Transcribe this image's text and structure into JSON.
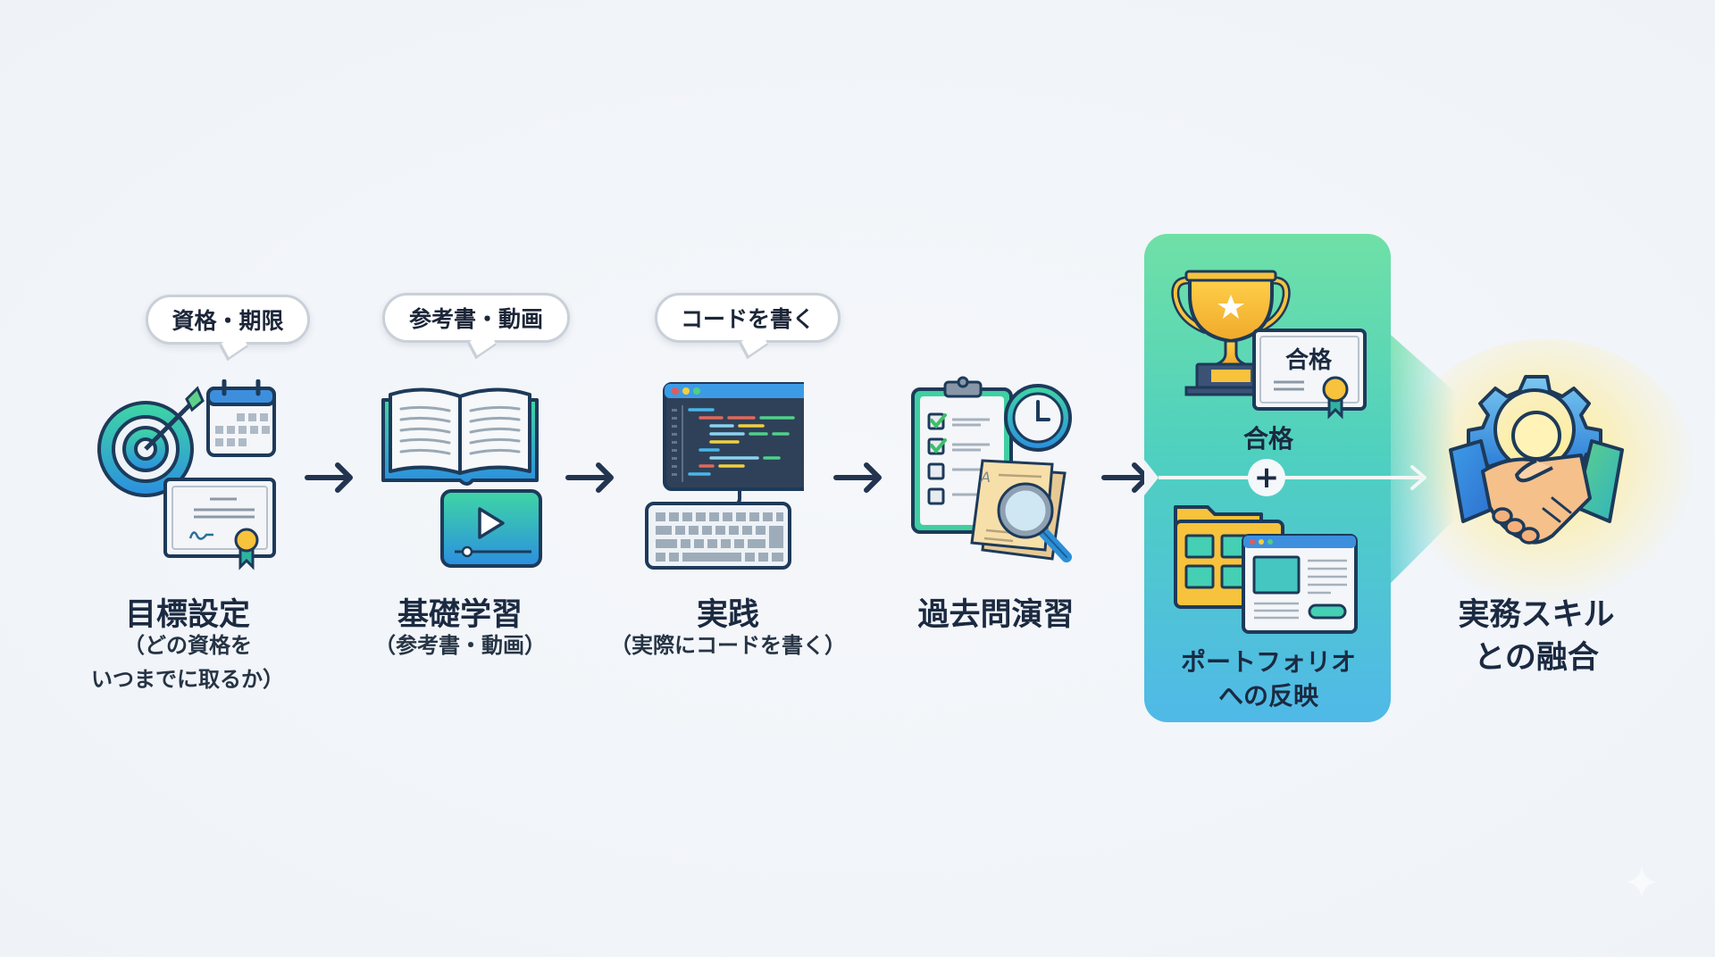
{
  "steps": [
    {
      "id": "goal-setting",
      "bubble": "資格・期限",
      "title": "目標設定",
      "subtitle_lines": [
        "（どの資格を",
        "いつまでに取るか）"
      ],
      "icon": "target-calendar-certificate-icon"
    },
    {
      "id": "basic-study",
      "bubble": "参考書・動画",
      "title": "基礎学習",
      "subtitle_lines": [
        "（参考書・動画）"
      ],
      "icon": "book-video-icon"
    },
    {
      "id": "practice",
      "bubble": "コードを書く",
      "title": "実践",
      "subtitle_lines": [
        "（実際にコードを書く）"
      ],
      "icon": "code-editor-keyboard-icon"
    },
    {
      "id": "past-exams",
      "title": "過去問演習",
      "icon": "checklist-clock-magnifier-icon"
    }
  ],
  "combine_panel": {
    "top": {
      "label": "合格",
      "certificate_text": "合格",
      "icon": "trophy-certificate-icon"
    },
    "plus_symbol": "+",
    "bottom": {
      "label_lines": [
        "ポートフォリオ",
        "への反映"
      ],
      "icon": "folder-browser-icon"
    }
  },
  "final": {
    "title_lines": [
      "実務スキル",
      "との融合"
    ],
    "icon": "gear-handshake-icon"
  },
  "colors": {
    "background": "#f1f4f8",
    "text": "#1b2a41",
    "arrow": "#22344f",
    "panel_top": "#6fe0a6",
    "panel_bottom": "#50b9e8",
    "glow": "#ffe98c"
  }
}
